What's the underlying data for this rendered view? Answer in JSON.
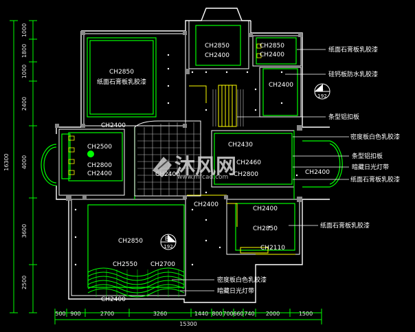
{
  "room_labels": {
    "master_ch": "CH2850",
    "master_finish": "纸面石膏板乳胶漆",
    "top_ch1": "CH2850",
    "top_ch2": "CH2400",
    "r1_ch1": "CH2850",
    "r1_ch2": "CH2400",
    "r2_ch": "CH2400",
    "left_band": "CH2400",
    "left_ch1": "CH2500",
    "left_ch2": "CH2800",
    "left_ch3": "CH2400",
    "center_ch": "CH2400",
    "mid_ch1": "CH2430",
    "mid_ch2": "CH2460",
    "mid_ch3": "CH2800",
    "right_ch": "CH2400",
    "low_center": "CH2400",
    "lr_ch1": "CH2400",
    "lr_ch2": "CH2850",
    "lr_ch3": "CH2110",
    "bed_ch": "CH2850",
    "bed_ch2": "CH2550",
    "bed_ch3": "CH2700",
    "bed_bottom": "CH2400"
  },
  "annotations": [
    "纸面石膏板乳胶漆",
    "硅钙板防水乳胶漆",
    "条型铝扣板",
    "密度板白色乳胶漆",
    "条型铝扣板",
    "暗藏日光灯带",
    "纸面石膏板乳胶漆",
    "纸面石膏板乳胶漆",
    "密度板白色乳胶漆",
    "暗藏日光灯带"
  ],
  "section_marks": [
    {
      "letter": "A",
      "ref": "192"
    },
    {
      "letter": "B",
      "ref": "192"
    }
  ],
  "left_dims": [
    "1000",
    "1800",
    "1000",
    "2400",
    "4000",
    "3600",
    "2500"
  ],
  "left_total": "16300",
  "bottom_dims": [
    "500",
    "900",
    "2700",
    "3260",
    "1440",
    "800",
    "700",
    "660",
    "740",
    "2000",
    "1500"
  ],
  "bottom_total": "15300",
  "watermark": {
    "brand": "沐风网",
    "url": "www.mfcad.com"
  },
  "colors": {
    "wall": "#ffffff",
    "fixture": "#00ff00",
    "detail": "#ffff00",
    "dim": "#00ff00",
    "hatch": "#aaaaaa"
  }
}
